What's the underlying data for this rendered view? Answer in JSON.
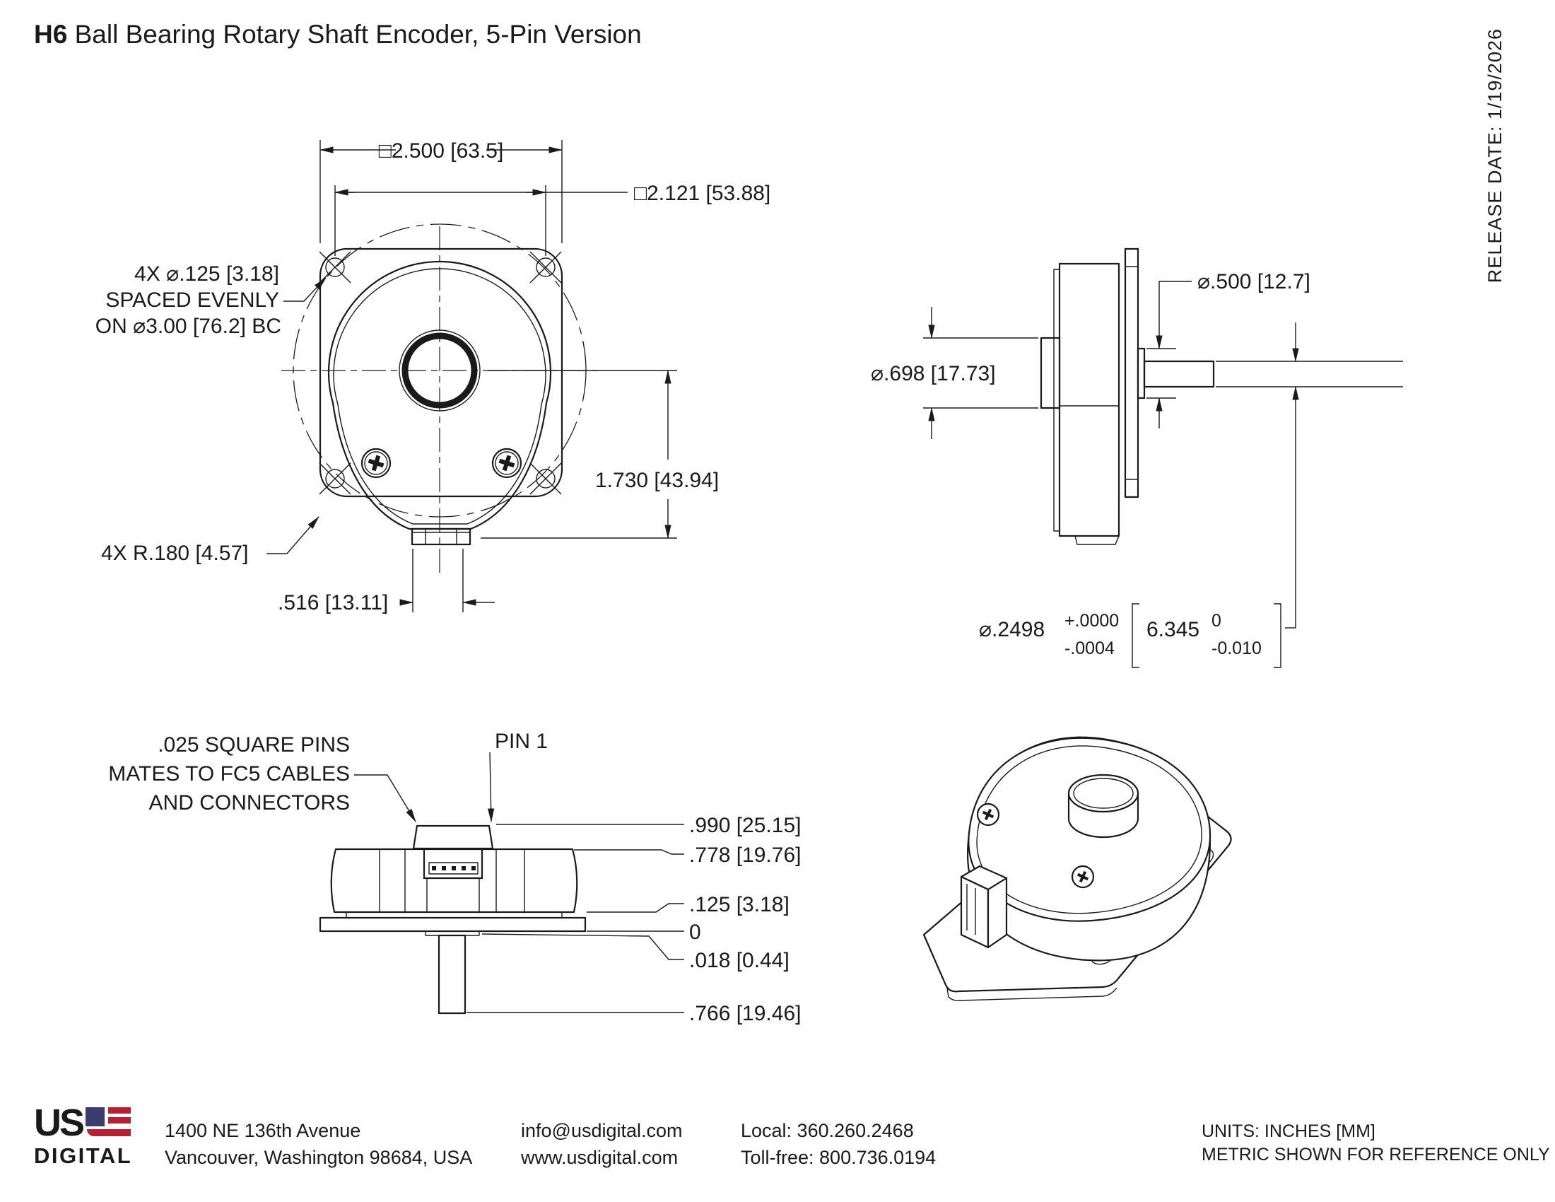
{
  "title": {
    "model": "H6",
    "name": " Ball Bearing Rotary Shaft Encoder, 5-Pin Version"
  },
  "release": "RELEASE DATE: 1/19/2026",
  "front_view": {
    "dim_outer_square": "□2.500 [63.5]",
    "dim_bolt_square": "□2.121 [53.88]",
    "hole_note_l1": "4X ⌀.125 [3.18]",
    "hole_note_l2": "SPACED EVENLY",
    "hole_note_l3": "ON ⌀3.00 [76.2] BC",
    "corner_radius": "4X R.180 [4.57]",
    "connector_width": ".516 [13.11]",
    "center_height": "1.730 [43.94]"
  },
  "side_view": {
    "boss_dia": "⌀.500 [12.7]",
    "rear_boss_dia": "⌀.698 [17.73]",
    "shaft_dia": {
      "nominal": "⌀.2498",
      "tol_plus": "+.0000",
      "tol_minus": "-.0004",
      "metric_nominal": "6.345",
      "metric_plus": "0",
      "metric_minus": "-0.010"
    }
  },
  "connector_view": {
    "pins_note_l1": ".025 SQUARE PINS",
    "pins_note_l2": "MATES TO FC5 CABLES",
    "pins_note_l3": "AND CONNECTORS",
    "pin1": "PIN 1",
    "dim_conn_height": ".990 [25.15]",
    "dim_shell_height": ".778 [19.76]",
    "dim_body_bottom": ".125 [3.18]",
    "dim_datum": "0",
    "dim_washer": ".018 [0.44]",
    "dim_shaft_len": ".766 [19.46]"
  },
  "footer": {
    "logo_us": "US",
    "logo_digital": "DIGITAL",
    "address_line1": "1400 NE 136th Avenue",
    "address_line2": "Vancouver, Washington 98684, USA",
    "email": "info@usdigital.com",
    "website": "www.usdigital.com",
    "phone_local": "Local: 360.260.2468",
    "phone_tollfree": "Toll-free: 800.736.0194",
    "units_line1": "UNITS: INCHES [MM]",
    "units_line2": "METRIC SHOWN FOR REFERENCE ONLY"
  },
  "colors": {
    "line": "#1a1a1a",
    "flag_blue": "#3c3b6e",
    "flag_red": "#b22234"
  }
}
